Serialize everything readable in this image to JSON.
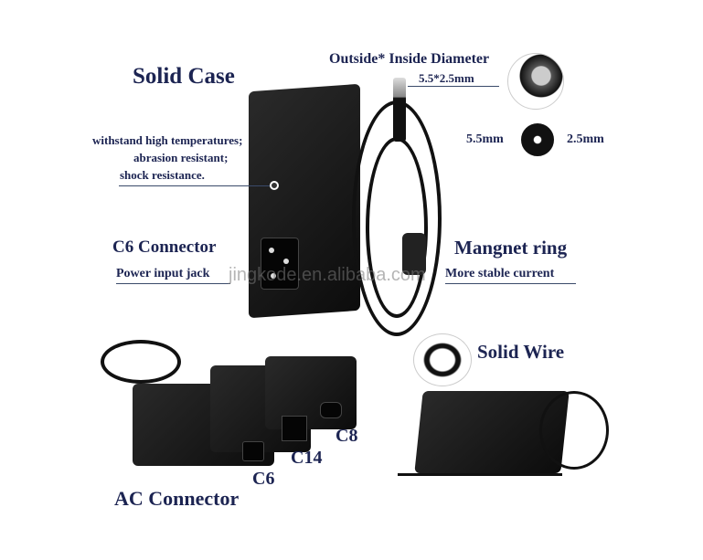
{
  "top": {
    "title": "Solid Case",
    "features": [
      "withstand high temperatures;",
      "abrasion resistant;",
      "shock resistance."
    ],
    "diameter_title": "Outside* Inside Diameter",
    "diameter_value": "5.5*2.5mm",
    "outer_dim": "5.5mm",
    "inner_dim": "2.5mm",
    "connector_title": "C6 Connector",
    "connector_sub": "Power input jack",
    "ring_title": "Mangnet ring",
    "ring_sub": "More stable current",
    "watermark": "jingkode.en.alibaba.com"
  },
  "bottom": {
    "ac_title": "AC Connector",
    "labels": [
      "C8",
      "C14",
      "C6"
    ],
    "wire_title": "Solid Wire"
  },
  "colors": {
    "text": "#1c2452",
    "product": "#111111"
  }
}
